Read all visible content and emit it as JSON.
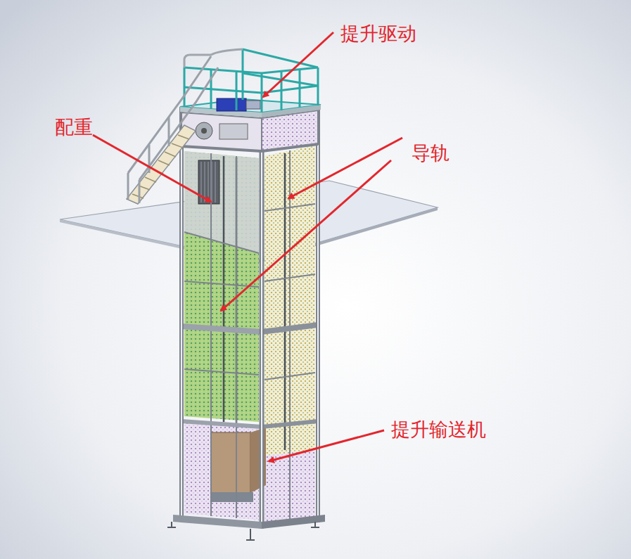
{
  "diagram": {
    "labels": [
      "提升驱动",
      "配重",
      "导轨",
      "提升输送机"
    ]
  }
}
